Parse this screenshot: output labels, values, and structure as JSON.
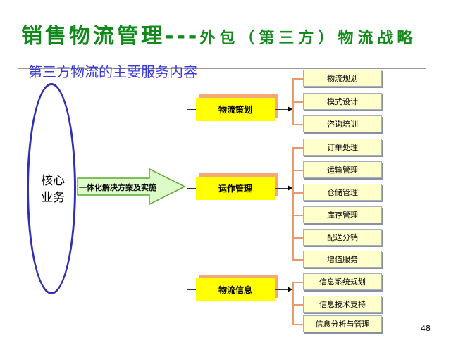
{
  "title": {
    "main": "销售物流管理---",
    "sub": "外包（第三方）物流战略"
  },
  "subtitle": "第三方物流的主要服务内容",
  "core": {
    "line1": "核心",
    "line2": "业务"
  },
  "arrow_label": "一体化解决方案及实施",
  "groups": [
    {
      "label": "物流策划",
      "items": [
        "物流规划",
        "模式设计",
        "咨询培训"
      ]
    },
    {
      "label": "运作管理",
      "items": [
        "订单处理",
        "运输管理",
        "仓储管理",
        "库存管理",
        "配送分销",
        "增值服务"
      ]
    },
    {
      "label": "物流信息",
      "items": [
        "信息系统规划",
        "信息技术支持",
        "信息分析与管理"
      ]
    }
  ],
  "page_number": "48",
  "colors": {
    "title": "#118a1b",
    "subtitle": "#3a3ad8",
    "mid_box": "#ffff00",
    "leaf_box": "#ffffcc",
    "ellipse": "#3030b0"
  }
}
